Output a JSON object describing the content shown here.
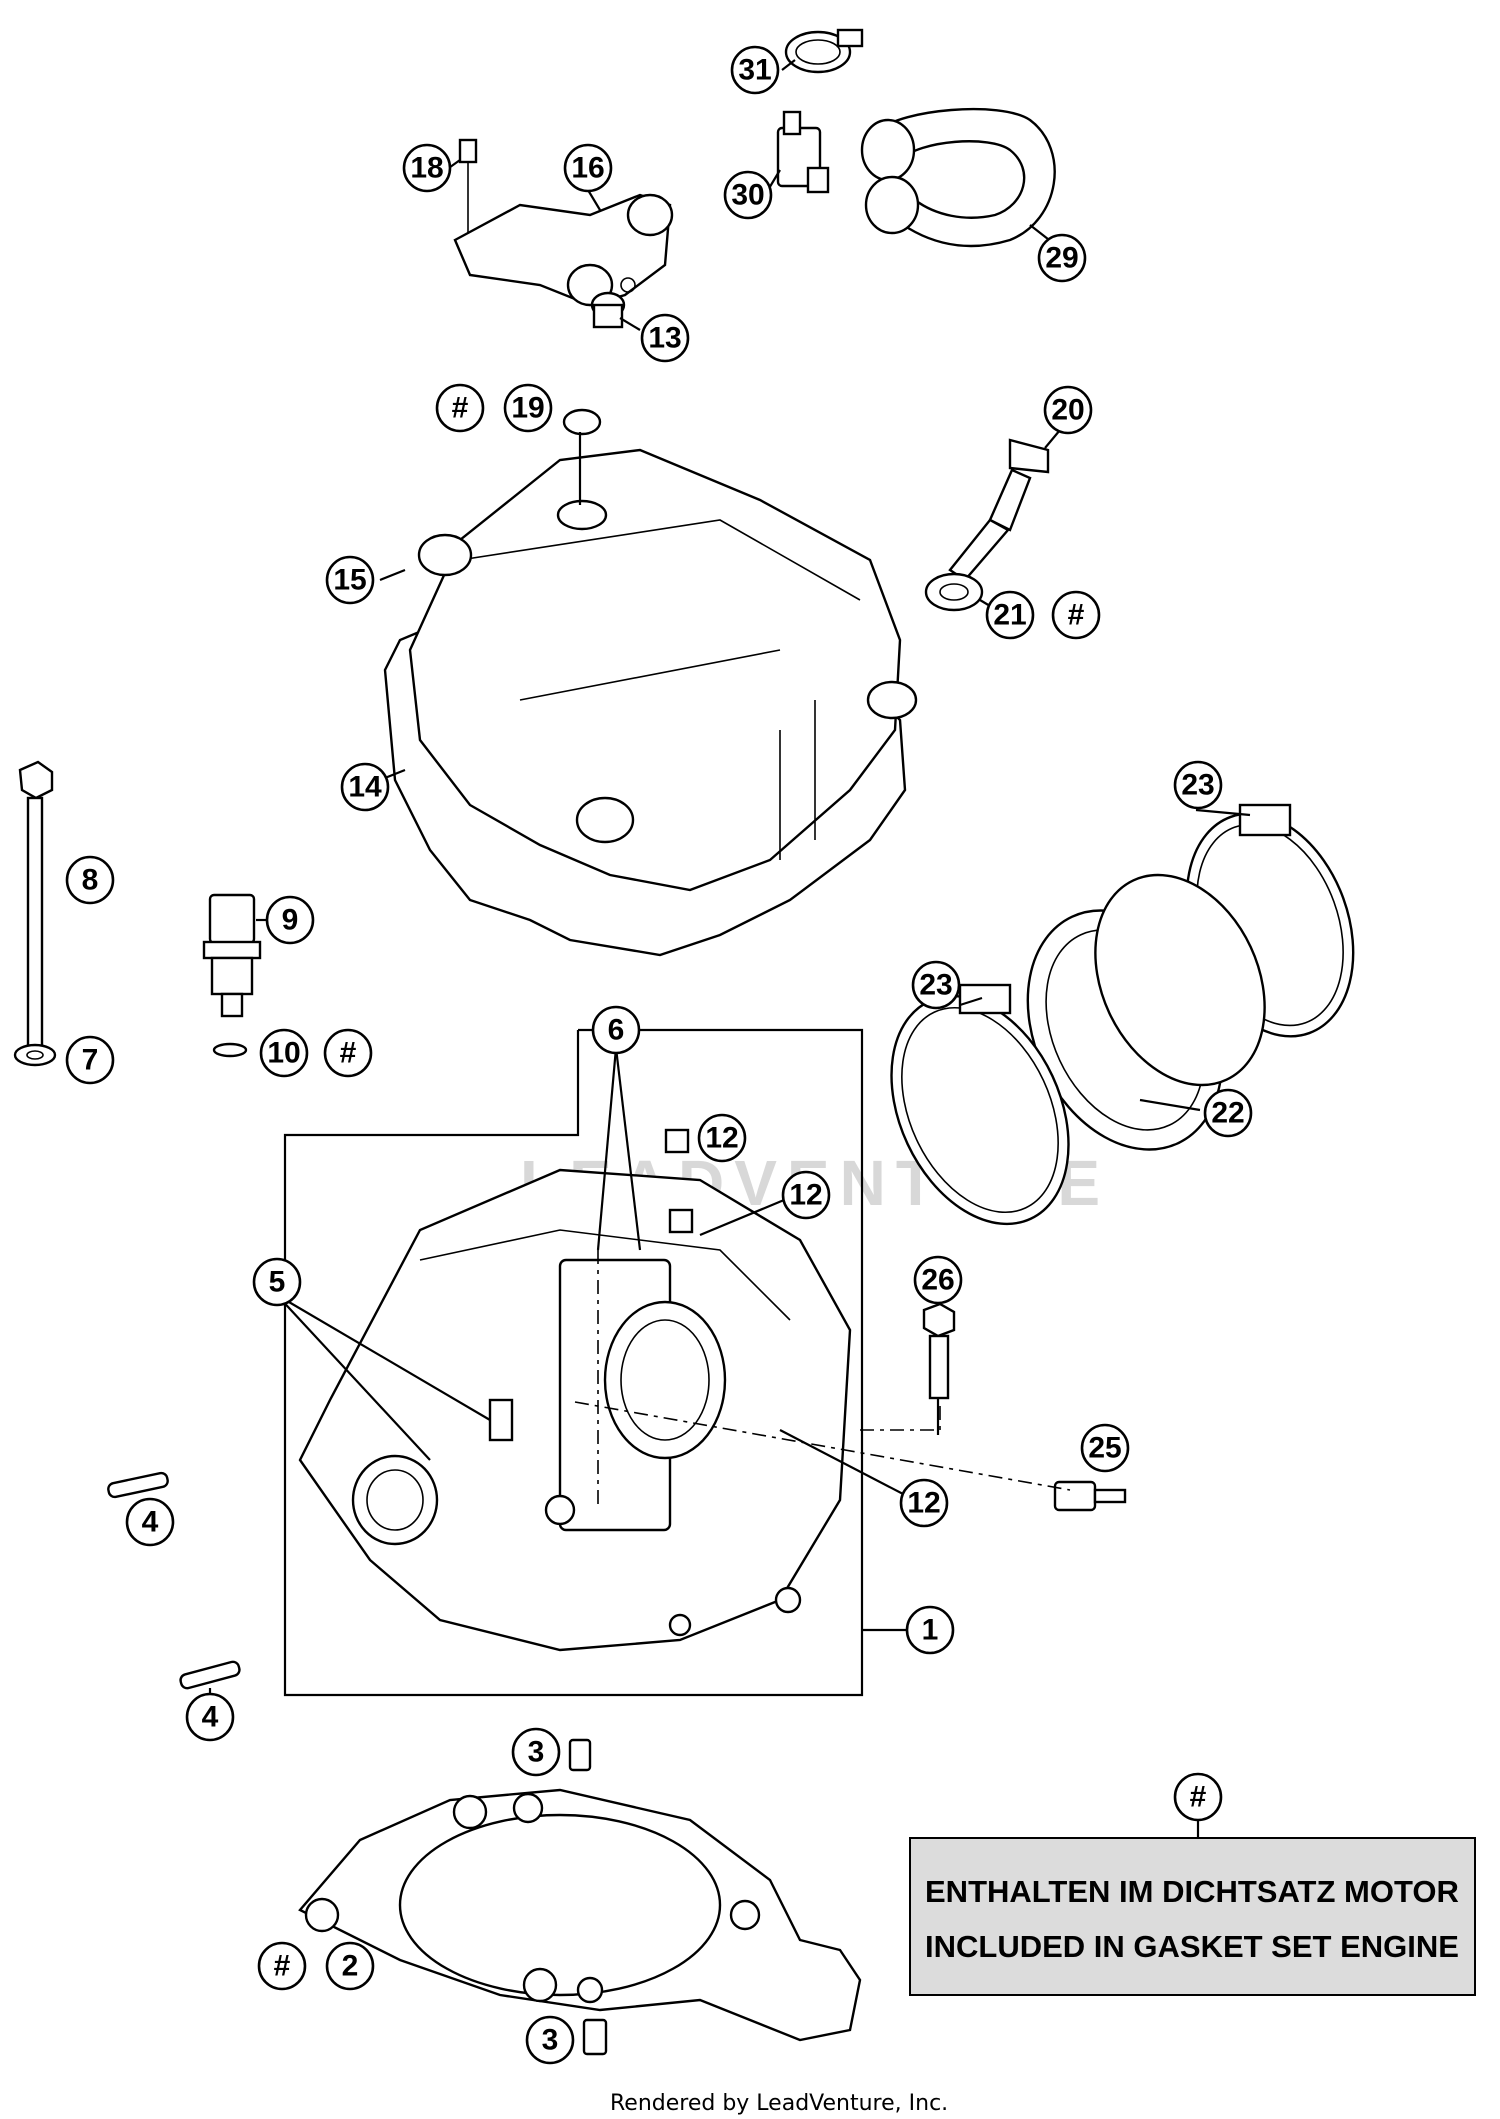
{
  "callouts": {
    "c31": "31",
    "c30": "30",
    "c29": "29",
    "c18": "18",
    "c16": "16",
    "c13": "13",
    "c19": "19",
    "c20": "20",
    "c15": "15",
    "c21": "21",
    "c14": "14",
    "c8": "8",
    "c9": "9",
    "c10": "10",
    "c7": "7",
    "c23a": "23",
    "c23b": "23",
    "c22": "22",
    "c6": "6",
    "c12a": "12",
    "c12b": "12",
    "c12c": "12",
    "c5": "5",
    "c26": "26",
    "c25": "25",
    "c4a": "4",
    "c4b": "4",
    "c1": "1",
    "c3a": "3",
    "c3b": "3",
    "c2": "2",
    "hash_19": "#",
    "hash_21": "#",
    "hash_10": "#",
    "hash_2": "#",
    "hash_legend": "#"
  },
  "legend": {
    "line1": "ENTHALTEN IM DICHTSATZ MOTOR",
    "line2": "INCLUDED IN GASKET SET ENGINE"
  },
  "watermark": "LEADVENTURE",
  "credit": "Rendered by LeadVenture, Inc."
}
